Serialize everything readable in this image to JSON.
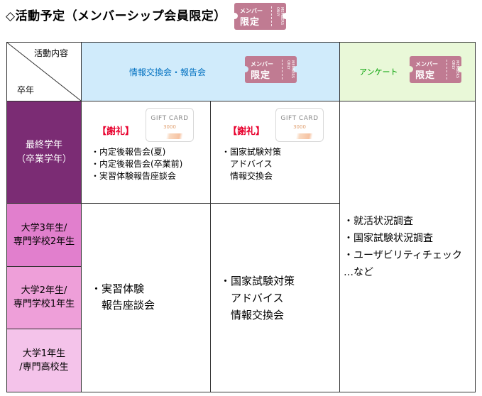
{
  "title": "◇活動予定（メンバーシップ会員限定）",
  "ticket": {
    "top": "メンバー",
    "main": "限定",
    "side": "MEMBERS ONLY"
  },
  "header": {
    "corner_top": "活動内容",
    "corner_bottom": "卒年",
    "col1": "情報交換会・報告会",
    "col2": "アンケート"
  },
  "rows": {
    "r1": [
      "最終学年",
      "（卒業学年）"
    ],
    "r2": [
      "大学3年生/",
      "専門学校2年生"
    ],
    "r3": [
      "大学2年生/",
      "専門学校1年生"
    ],
    "r4": [
      "大学1年生",
      "/専門高校生"
    ]
  },
  "gift": {
    "label": "GIFT CARD",
    "amount": "3000"
  },
  "thanks": "【謝礼】",
  "cell_a": [
    "・内定後報告会(夏)",
    "・内定後報告会(卒業前)",
    "・実習体験報告座談会"
  ],
  "cell_b": [
    "・国家試験対策",
    "　アドバイス",
    "　情報交換会"
  ],
  "cell_c": [
    "・実習体験",
    "　報告座談会"
  ],
  "cell_d": [
    "・国家試験対策",
    "　アドバイス",
    "　情報交換会"
  ],
  "cell_e": [
    "・就活状況調査",
    "・国家試験状況調査",
    "・ユーザビリティチェック",
    "…など"
  ],
  "colors": {
    "header_blue": "#d0ebfb",
    "header_green": "#e9f8d8",
    "purple_dark": "#7b2c74",
    "purple_mid": "#e17fcd",
    "purple_light": "#ee9fd9",
    "purple_pale": "#f4c3ea",
    "thanks_red": "#e8002d",
    "header_blue_text": "#0070c0",
    "header_green_text": "#00a000"
  }
}
